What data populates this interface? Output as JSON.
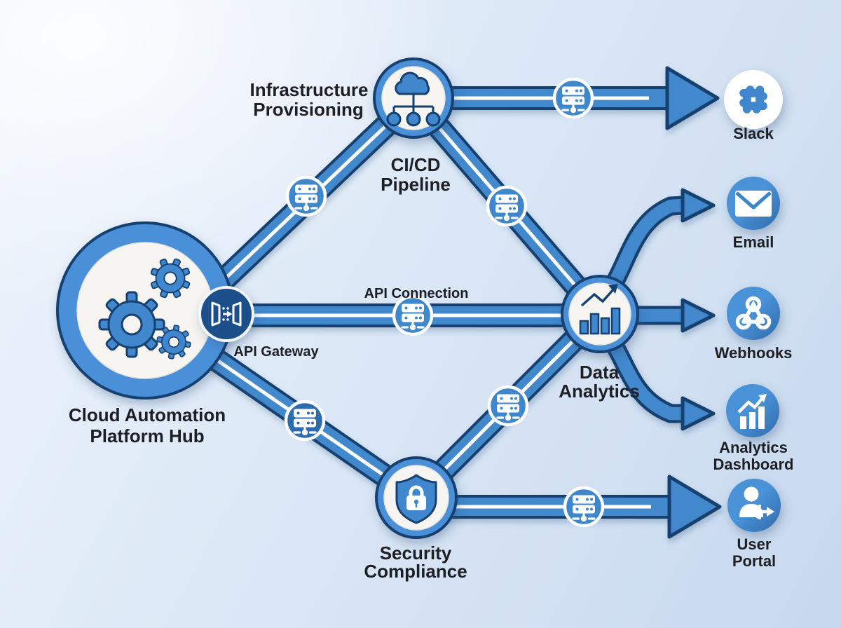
{
  "diagram": {
    "hub": {
      "label_lines": [
        "Cloud Automation",
        "Platform Hub"
      ],
      "icon": "gears"
    },
    "gateway": {
      "label": "API Gateway",
      "icon": "api-gateway"
    },
    "api_connection_label": "API Connection",
    "nodes": {
      "provisioning": {
        "label_lines": [
          "Infrastructure",
          "Provisioning"
        ]
      },
      "cicd": {
        "label_lines": [
          "CI/CD",
          "Pipeline"
        ],
        "icon": "cloud-network"
      },
      "analytics": {
        "label_lines": [
          "Data",
          "Analytics"
        ],
        "icon": "bar-chart-growth"
      },
      "security": {
        "label_lines": [
          "Security",
          "Compliance"
        ],
        "icon": "shield-lock"
      }
    },
    "connector_icon": "server-stack",
    "endpoints": [
      {
        "label_lines": [
          "Slack",
          ""
        ],
        "icon": "slack-logo"
      },
      {
        "label_lines": [
          "Email",
          ""
        ],
        "icon": "envelope"
      },
      {
        "label_lines": [
          "Webhooks",
          ""
        ],
        "icon": "webhook"
      },
      {
        "label_lines": [
          "Analytics",
          "Dashboard"
        ],
        "icon": "bar-chart-arrow"
      },
      {
        "label_lines": [
          "User",
          "Portal"
        ],
        "icon": "user-arrow"
      }
    ],
    "colors": {
      "band_blue": "#4288cd",
      "outline": "#16416f",
      "node_ring": "#4a90d9",
      "node_fill": "#f7f5f1",
      "icon_blue": "#3f87cd",
      "endpoint_blue": "#3d85cb",
      "badge_blue": "#3f87cd",
      "badge_dark": "#2e6cb2",
      "gateway_navy": "#1b5089",
      "text": "#1d1f24",
      "bg_start": "#eef4fc",
      "bg_end": "#c7d8ee"
    }
  }
}
